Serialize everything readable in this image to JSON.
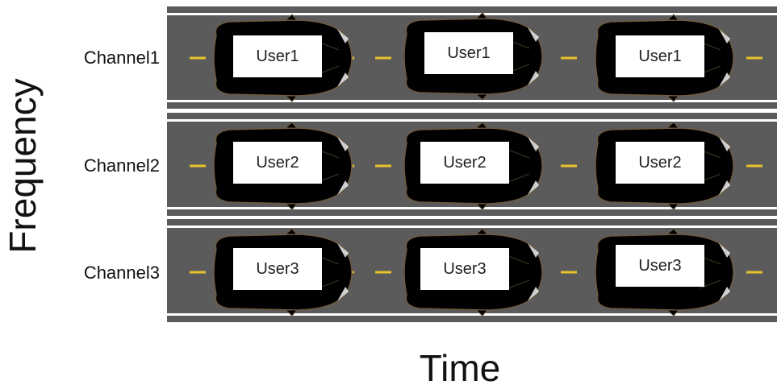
{
  "axes": {
    "y_label": "Frequency",
    "x_label": "Time"
  },
  "colors": {
    "road": "#5b5b5b",
    "road_line": "#ffffff",
    "dash": "#e8c22c",
    "channel1_car": "#f6cfb8",
    "channel1_window": "#d87c40",
    "channel2_car": "#c7b24a",
    "channel2_window": "#2c2a1e",
    "channel3_car": "#3fe0d2",
    "channel3_window": "#1e3b38"
  },
  "channels": [
    {
      "label": "Channel1",
      "car_color": "#f6cfb8",
      "window_color": "#d87c40",
      "users": [
        "User1",
        "User1",
        "User1"
      ]
    },
    {
      "label": "Channel2",
      "car_color": "#c7b24a",
      "window_color": "#2c2a1e",
      "users": [
        "User2",
        "User2",
        "User2"
      ]
    },
    {
      "label": "Channel3",
      "car_color": "#3fe0d2",
      "window_color": "#1e3b38",
      "users": [
        "User3",
        "User3",
        "User3"
      ]
    }
  ]
}
